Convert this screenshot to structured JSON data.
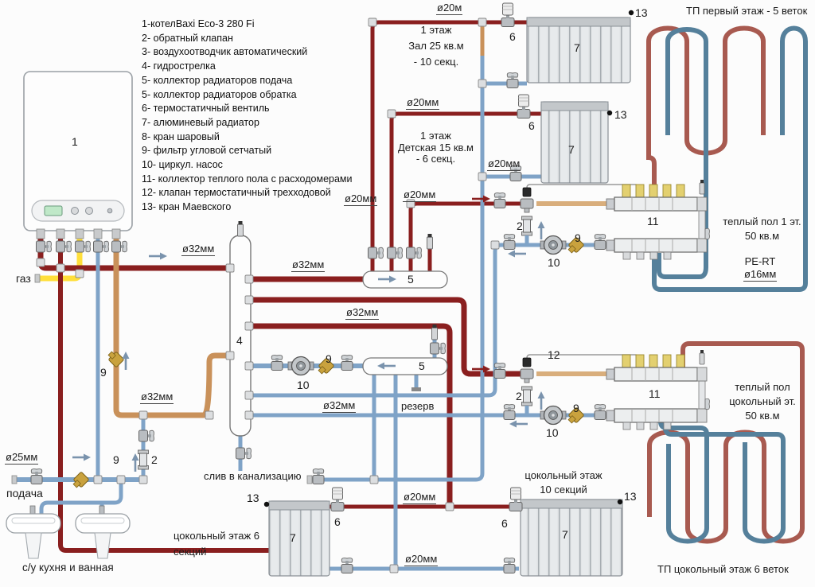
{
  "legend": {
    "items": [
      "1-котелBaxi Eco-3 280 Fi",
      "2- обратный клапан",
      "3- воздухоотводчик автоматический",
      "4- гидрострелка",
      "5- коллектор радиаторов подача",
      "5- коллектор радиаторов обратка",
      "6- термостатичный вентиль",
      "7- алюминевый радиатор",
      "8- кран шаровый",
      "9- фильтр угловой сетчатый",
      "10- циркул. насос",
      "11- коллектор теплого пола с расходомерами",
      "12- клапан термостатичный  трехходовой",
      "13- кран Маевского"
    ]
  },
  "numbers": {
    "n1": "1",
    "n2": "2",
    "n4": "4",
    "n5": "5",
    "n6": "6",
    "n7": "7",
    "n9": "9",
    "n10": "10",
    "n11": "11",
    "n12": "12",
    "n13": "13"
  },
  "dims": {
    "d16": "ø16мм",
    "d20": "ø20мм",
    "d20m": "ø20м",
    "d25": "ø25мм",
    "d32": "ø32мм"
  },
  "labels": {
    "gas": "газ",
    "supply": "подача",
    "drain": "слив в канализацию",
    "reserve": "резерв",
    "sinks": "с/у кухня и  ванная",
    "pert": "PE-RT",
    "tp_first": "ТП первый этаж - 5 веток",
    "tp_basement": "ТП цокольный этаж 6 веток"
  },
  "zones": {
    "hall": {
      "l1": "1 этаж",
      "l2": "Зал 25 кв.м",
      "l3": "- 10 секц."
    },
    "kids": {
      "l1": "1 этаж",
      "l2": "Детская 15 кв.м",
      "l3": "- 6 секц."
    },
    "base6": {
      "l1": "цокольный этаж 6",
      "l2": "секций"
    },
    "base10": {
      "l1": "цокольный этаж",
      "l2": "10 секций"
    },
    "ufh1": {
      "l1": "теплый пол 1 эт.",
      "l2": "50 кв.м"
    },
    "ufh2": {
      "l1": "теплый пол",
      "l2": "цокольный эт.",
      "l3": "50 кв.м"
    }
  },
  "colors": {
    "pipe_hot": "#8a1f1f",
    "pipe_cold": "#7fa3c7",
    "pipe_return": "#c9915a",
    "pipe_gas": "#ffdf3a",
    "loop_hot": "#a85a50",
    "loop_cold": "#55809b",
    "brass": "#c9a23e"
  }
}
